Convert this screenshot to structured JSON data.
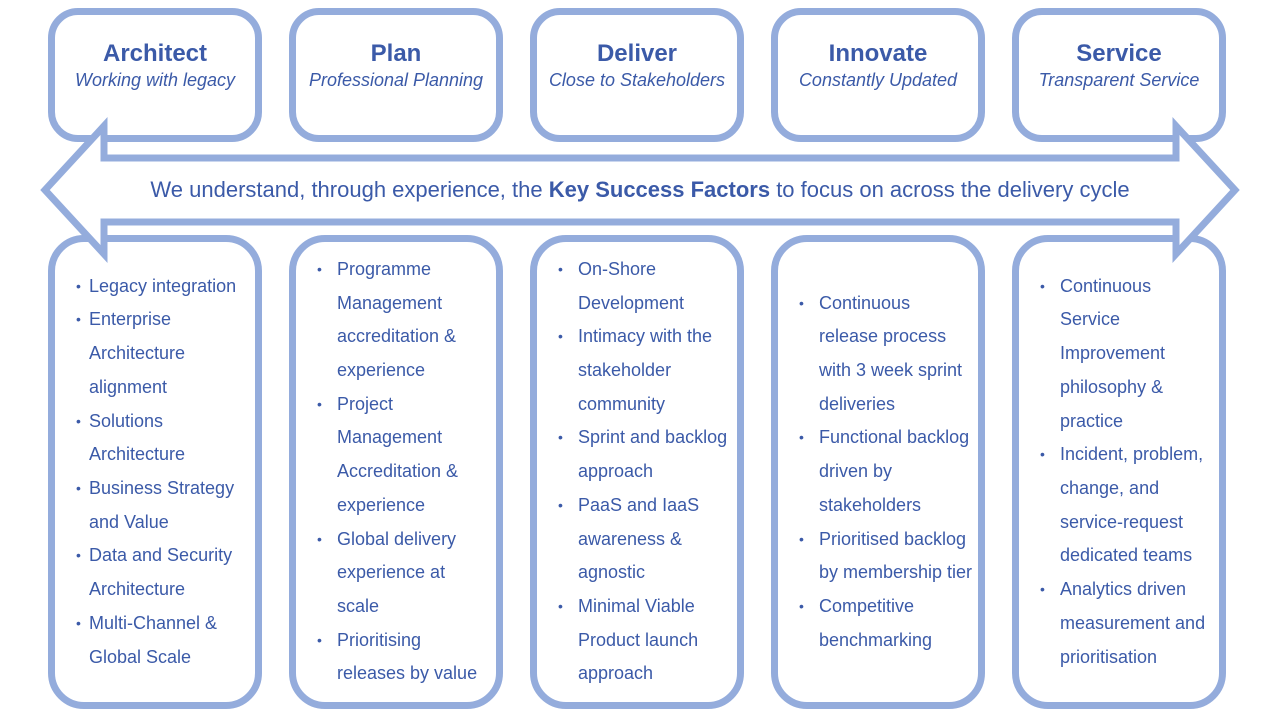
{
  "banner": {
    "pre": "We understand, through experience, the ",
    "bold": "Key Success Factors",
    "post": " to focus on across the delivery cycle"
  },
  "columns": [
    {
      "title": "Architect",
      "subtitle": "Working with legacy",
      "items": [
        [
          "Legacy integration"
        ],
        [
          "Enterprise",
          "Architecture",
          "alignment"
        ],
        [
          "Solutions",
          "Architecture"
        ],
        [
          "Business Strategy",
          "and Value"
        ],
        [
          "Data and Security",
          "Architecture"
        ],
        [
          "Multi-Channel  &",
          "Global Scale"
        ]
      ]
    },
    {
      "title": "Plan",
      "subtitle": "Professional Planning",
      "items": [
        [
          "Programme",
          "Management",
          "accreditation &",
          "experience"
        ],
        [
          "Project",
          "Management",
          "Accreditation &",
          "experience"
        ],
        [
          "Global delivery",
          "experience at",
          "scale"
        ],
        [
          "Prioritising",
          "releases by value"
        ]
      ]
    },
    {
      "title": "Deliver",
      "subtitle": "Close to Stakeholders",
      "items": [
        [
          "On-Shore",
          "Development"
        ],
        [
          "Intimacy with  the",
          "stakeholder",
          "community"
        ],
        [
          "Sprint and backlog",
          "approach"
        ],
        [
          "PaaS and IaaS",
          "awareness &",
          "agnostic"
        ],
        [
          "Minimal Viable",
          "Product launch",
          "approach"
        ]
      ]
    },
    {
      "title": "Innovate",
      "subtitle": "Constantly Updated",
      "items": [
        [
          "Continuous",
          "release process",
          "with 3 week sprint",
          "deliveries"
        ],
        [
          "Functional backlog",
          "driven by",
          "stakeholders"
        ],
        [
          "Prioritised backlog",
          "by membership tier"
        ],
        [
          "Competitive",
          "benchmarking"
        ]
      ]
    },
    {
      "title": "Service",
      "subtitle": "Transparent Service",
      "items": [
        [
          "Continuous",
          "Service",
          "Improvement",
          "philosophy &",
          "practice"
        ],
        [
          "Incident, problem,",
          "change, and",
          "service-request",
          "dedicated teams"
        ],
        [
          "Analytics driven",
          "measurement and",
          "prioritisation"
        ]
      ]
    }
  ]
}
